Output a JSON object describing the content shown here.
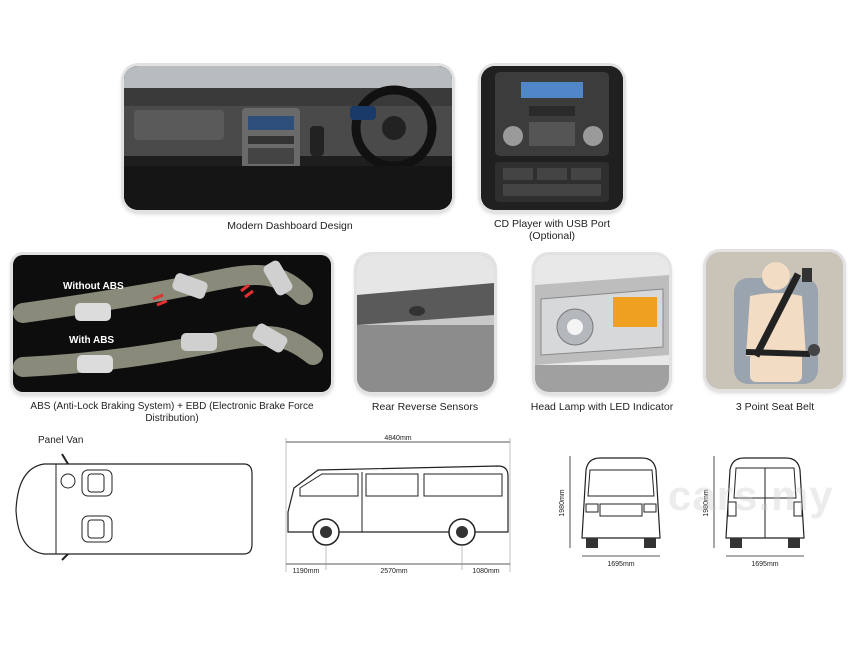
{
  "captions": {
    "dashboard": "Modern Dashboard Design",
    "cd_player_line1": "CD Player with USB Port",
    "cd_player_line2": "(Optional)",
    "abs": "ABS (Anti-Lock Braking System) + EBD (Electronic Brake Force Distribution)",
    "reverse_sensors": "Rear Reverse Sensors",
    "head_lamp": "Head Lamp with LED Indicator",
    "seat_belt": "3 Point Seat Belt"
  },
  "abs_panel": {
    "without_label": "Without ABS",
    "with_label": "With ABS"
  },
  "diagrams": {
    "panel_van_label": "Panel Van",
    "overall_length": "4840mm",
    "front_overhang": "1190mm",
    "wheelbase": "2570mm",
    "rear_overhang": "1080mm",
    "height_front": "1980mm",
    "width_front": "1695mm",
    "height_rear": "1980mm",
    "width_rear": "1695mm"
  },
  "watermark": "cars.my",
  "colors": {
    "dark_panel": "#0d0d0d",
    "abs_arrow": "#e03030",
    "led_orange": "#f0a020",
    "seat_bg": "#c9c3b8"
  }
}
